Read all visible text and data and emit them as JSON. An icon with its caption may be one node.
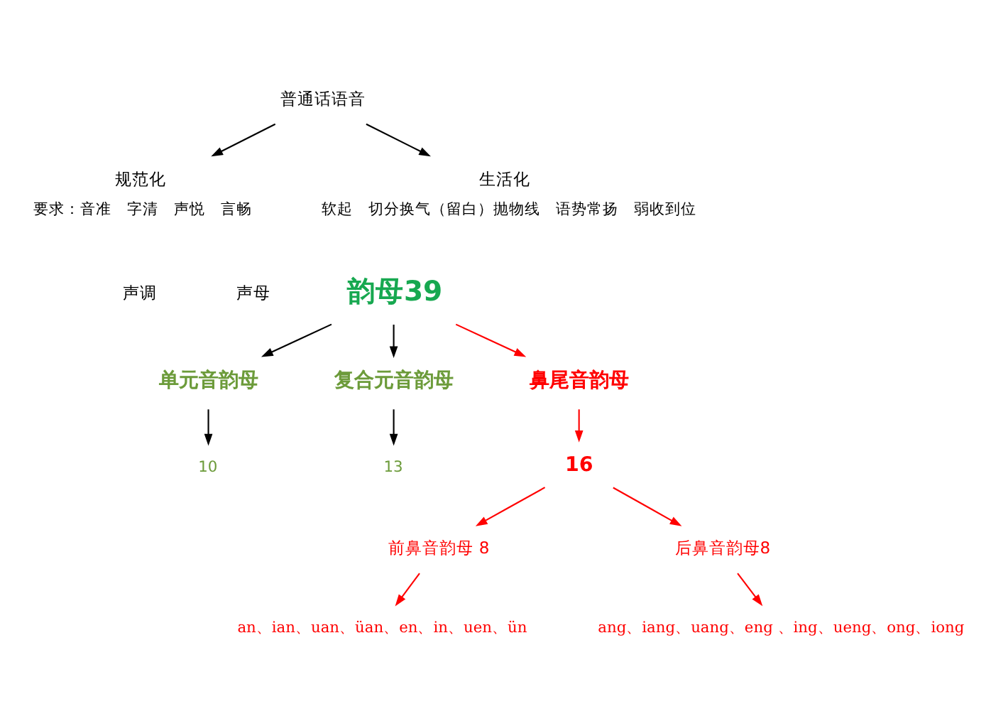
{
  "diagram": {
    "nodes": [
      {
        "text": [
          "普通话语音"
        ]
      },
      {
        "text": [
          "规范化"
        ],
        "beside": [
          "要求：音准　字清　声悦　言畅"
        ]
      },
      {
        "text": [
          "生活化"
        ],
        "beside": [
          "软起　切分换气（留白）抛物线　语势常扬　弱收到位"
        ]
      },
      {
        "text": [
          "韵母39"
        ]
      },
      {
        "text": [
          "单元音韵母"
        ]
      },
      {
        "text": [
          "复合元音韵母"
        ]
      },
      {
        "text": [
          "鼻尾音韵母"
        ]
      },
      {
        "text": [
          "10"
        ]
      },
      {
        "text": [
          "13"
        ]
      },
      {
        "text": [
          "16"
        ]
      },
      {
        "text": [
          "前鼻音韵母 8"
        ]
      },
      {
        "text": [
          "后鼻音韵母8"
        ]
      },
      {
        "text": [
          "an、ian、uan、üan、en、in、uen、ün"
        ]
      },
      {
        "text": [
          "ang、iang、uang、eng 、ing、ueng、ong、iong"
        ]
      }
    ],
    "edges": [
      {
        "from": 0,
        "to": 1,
        "arrow": "to"
      },
      {
        "from": 0,
        "to": 2,
        "arrow": "to"
      },
      {
        "from": 3,
        "to": 4,
        "arrow": "to"
      },
      {
        "from": 3,
        "to": 5,
        "arrow": "to"
      },
      {
        "from": 3,
        "to": 6,
        "arrow": "to",
        "color": "#ff0000"
      },
      {
        "from": 4,
        "to": 7,
        "arrow": "to"
      },
      {
        "from": 5,
        "to": 8,
        "arrow": "to"
      },
      {
        "from": 6,
        "to": 9,
        "arrow": "to",
        "color": "#ff0000"
      },
      {
        "from": 9,
        "to": 10,
        "arrow": "to",
        "color": "#ff0000"
      },
      {
        "from": 9,
        "to": 11,
        "arrow": "to",
        "color": "#ff0000"
      },
      {
        "from": 10,
        "to": 12,
        "arrow": "to",
        "color": "#ff0000"
      },
      {
        "from": 11,
        "to": 13,
        "arrow": "to",
        "color": "#ff0000"
      }
    ],
    "labels": [
      "声调",
      "声母"
    ]
  }
}
